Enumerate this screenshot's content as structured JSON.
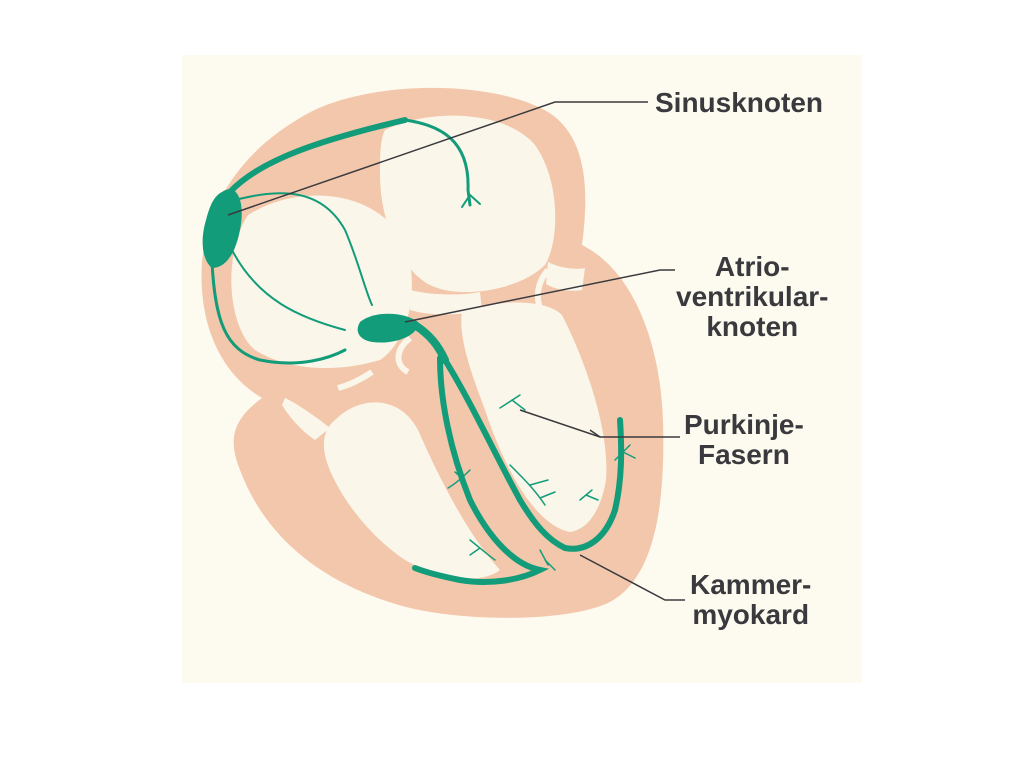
{
  "labels": {
    "sinus": [
      "Sinusknoten"
    ],
    "av": [
      "Atrio-",
      "ventrikular-",
      "knoten"
    ],
    "purkinje": [
      "Purkinje-",
      "Fasern"
    ],
    "kammer": [
      "Kammer-",
      "myokard"
    ]
  },
  "colors": {
    "background": "#fdfbef",
    "myocardium": "#f3c7ab",
    "chamber": "#faf6ea",
    "conduction": "#139c7a",
    "leader": "#3a3a3e",
    "text": "#3a3a3e"
  }
}
